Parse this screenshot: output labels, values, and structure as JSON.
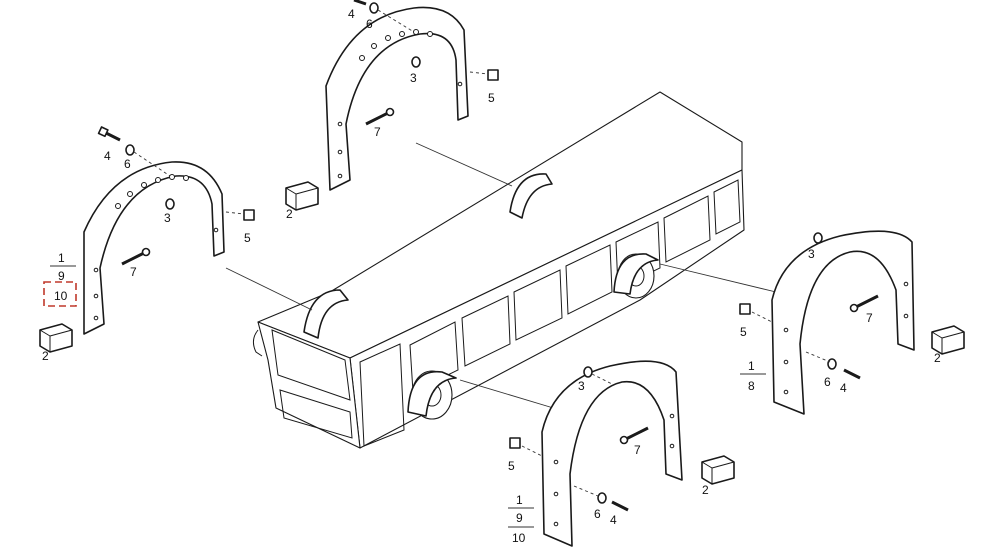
{
  "callouts": {
    "screw": "4",
    "washer": "6",
    "nut": "3",
    "clip": "5",
    "block": "2",
    "bolt": "7"
  },
  "assemblies": {
    "front_left": {
      "top": "1",
      "mid": "9",
      "bottom": "10"
    },
    "rear_right": {
      "top": "1",
      "bottom": "8"
    },
    "front_right": {
      "top": "1",
      "mid": "9",
      "bottom": "10"
    }
  },
  "highlight": {
    "color": "#c0392b",
    "item": "10"
  }
}
